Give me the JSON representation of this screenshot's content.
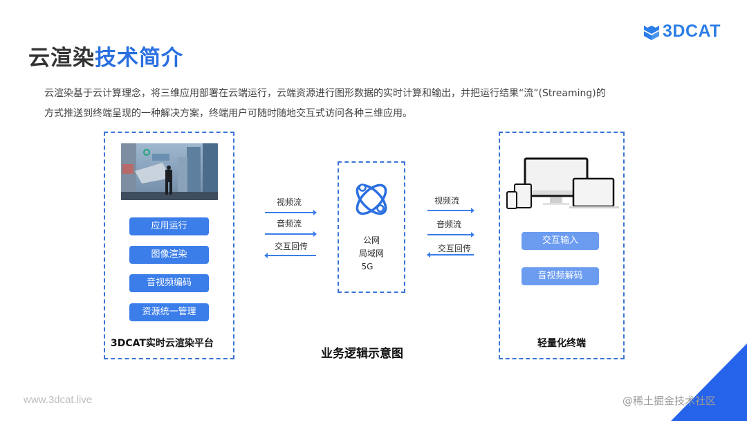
{
  "slide": {
    "title_dark": "云渲染",
    "title_blue": "技术简介",
    "logo_text": "3DCAT",
    "description_line1": "云渲染基于云计算理念，将三维应用部署在云端运行，云端资源进行图形数据的实时计算和输出，并把运行结果“流”(Streaming)的",
    "description_line2": "方式推送到终端呈现的一种解决方案，终端用户可随时随地交互式访问各种三维应用。",
    "footer_url": "www.3dcat.live",
    "watermark": "@稀土掘金技术社区"
  },
  "diagram": {
    "caption": "业务逻辑示意图",
    "platform": {
      "caption": "3DCAT实时云渲染平台",
      "image": "game-screenshot",
      "buttons": [
        "应用运行",
        "图像渲染",
        "音视频编码",
        "资源统一管理"
      ]
    },
    "network": {
      "icon": "atom-icon",
      "lines": [
        "公网",
        "局域网",
        "5G"
      ]
    },
    "left_flows": [
      {
        "label": "视频流",
        "direction": "right"
      },
      {
        "label": "音频流",
        "direction": "right"
      },
      {
        "label": "交互回传",
        "direction": "left"
      }
    ],
    "right_flows": [
      {
        "label": "视频流",
        "direction": "right"
      },
      {
        "label": "音频流",
        "direction": "right"
      },
      {
        "label": "交互回传",
        "direction": "left"
      }
    ],
    "terminal": {
      "caption": "轻量化终端",
      "image": "devices-image",
      "buttons": [
        "交互输入",
        "音视频解码"
      ]
    }
  },
  "colors": {
    "accent": "#2a6fe0",
    "button": "#3b7de9",
    "button_light": "#6b9cf0",
    "dashed_border": "#3a75d6",
    "corner": "#2563eb"
  }
}
